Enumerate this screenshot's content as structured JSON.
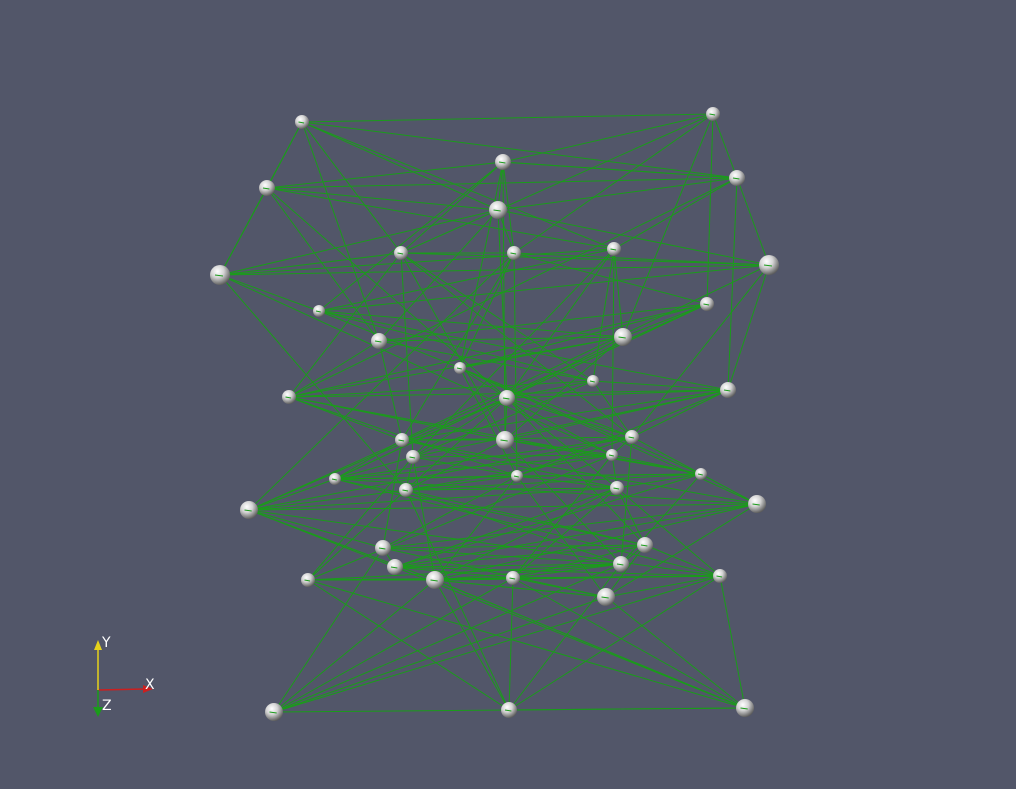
{
  "colors": {
    "background": "#525669",
    "edge": "#1a9c1a",
    "node_fill": "#d4d4d4",
    "node_highlight": "#ffffff",
    "node_shade": "#4a4a4a",
    "axis_x": "#cc1f1f",
    "axis_y": "#e6d21a",
    "axis_z": "#1a9c1a"
  },
  "orientation_axes": {
    "x_label": "X",
    "y_label": "Y",
    "z_label": "Z"
  },
  "graph": {
    "nodes": [
      {
        "id": "n0"
      },
      {
        "id": "n1"
      },
      {
        "id": "n2"
      },
      {
        "id": "n3"
      },
      {
        "id": "n4"
      },
      {
        "id": "n5"
      },
      {
        "id": "n6"
      },
      {
        "id": "n7"
      },
      {
        "id": "n8"
      },
      {
        "id": "n9"
      },
      {
        "id": "n10"
      },
      {
        "id": "n11"
      },
      {
        "id": "n12"
      },
      {
        "id": "n13"
      },
      {
        "id": "n14"
      },
      {
        "id": "n15"
      },
      {
        "id": "n16"
      },
      {
        "id": "n17"
      },
      {
        "id": "n18"
      },
      {
        "id": "n19"
      },
      {
        "id": "n20"
      },
      {
        "id": "n21"
      },
      {
        "id": "n22"
      },
      {
        "id": "n23"
      },
      {
        "id": "n24"
      },
      {
        "id": "n25"
      },
      {
        "id": "n26"
      },
      {
        "id": "n27"
      },
      {
        "id": "n28"
      },
      {
        "id": "n29"
      },
      {
        "id": "n30"
      },
      {
        "id": "n31"
      },
      {
        "id": "n32"
      },
      {
        "id": "n33"
      },
      {
        "id": "n34"
      },
      {
        "id": "n35"
      },
      {
        "id": "n36"
      },
      {
        "id": "n37"
      },
      {
        "id": "n38"
      },
      {
        "id": "n39"
      },
      {
        "id": "n40"
      },
      {
        "id": "n41"
      },
      {
        "id": "n42"
      },
      {
        "id": "n43"
      },
      {
        "id": "n44"
      }
    ],
    "edges": [
      [
        0,
        1
      ],
      [
        0,
        2
      ],
      [
        0,
        4
      ],
      [
        0,
        5
      ],
      [
        0,
        8
      ],
      [
        0,
        10
      ],
      [
        0,
        12
      ],
      [
        1,
        3
      ],
      [
        1,
        4
      ],
      [
        1,
        5
      ],
      [
        1,
        9
      ],
      [
        1,
        13
      ],
      [
        1,
        14
      ],
      [
        2,
        3
      ],
      [
        2,
        4
      ],
      [
        2,
        5
      ],
      [
        2,
        6
      ],
      [
        2,
        10
      ],
      [
        2,
        18
      ],
      [
        3,
        4
      ],
      [
        3,
        5
      ],
      [
        3,
        8
      ],
      [
        3,
        9
      ],
      [
        3,
        11
      ],
      [
        3,
        15
      ],
      [
        4,
        5
      ],
      [
        4,
        7
      ],
      [
        4,
        10
      ],
      [
        4,
        17
      ],
      [
        4,
        19
      ],
      [
        5,
        6
      ],
      [
        5,
        7
      ],
      [
        5,
        8
      ],
      [
        5,
        9
      ],
      [
        5,
        12
      ],
      [
        6,
        7
      ],
      [
        6,
        8
      ],
      [
        6,
        10
      ],
      [
        6,
        11
      ],
      [
        6,
        24
      ],
      [
        6,
        28
      ],
      [
        7,
        8
      ],
      [
        7,
        9
      ],
      [
        7,
        11
      ],
      [
        7,
        19
      ],
      [
        7,
        21
      ],
      [
        7,
        22
      ],
      [
        8,
        9
      ],
      [
        8,
        16
      ],
      [
        8,
        17
      ],
      [
        8,
        20
      ],
      [
        8,
        22
      ],
      [
        9,
        13
      ],
      [
        9,
        15
      ],
      [
        9,
        21
      ],
      [
        9,
        26
      ],
      [
        9,
        30
      ],
      [
        10,
        11
      ],
      [
        10,
        14
      ],
      [
        10,
        16
      ],
      [
        10,
        18
      ],
      [
        10,
        23
      ],
      [
        11,
        14
      ],
      [
        11,
        15
      ],
      [
        11,
        16
      ],
      [
        11,
        19
      ],
      [
        12,
        13
      ],
      [
        12,
        14
      ],
      [
        12,
        16
      ],
      [
        12,
        17
      ],
      [
        12,
        21
      ],
      [
        13,
        14
      ],
      [
        13,
        15
      ],
      [
        13,
        17
      ],
      [
        13,
        18
      ],
      [
        13,
        25
      ],
      [
        14,
        15
      ],
      [
        14,
        17
      ],
      [
        14,
        18
      ],
      [
        14,
        20
      ],
      [
        15,
        18
      ],
      [
        15,
        22
      ],
      [
        15,
        26
      ],
      [
        15,
        27
      ],
      [
        15,
        31
      ],
      [
        16,
        17
      ],
      [
        16,
        18
      ],
      [
        16,
        19
      ],
      [
        16,
        22
      ],
      [
        16,
        23
      ],
      [
        17,
        19
      ],
      [
        17,
        20
      ],
      [
        17,
        21
      ],
      [
        17,
        26
      ],
      [
        17,
        27
      ],
      [
        18,
        19
      ],
      [
        18,
        20
      ],
      [
        18,
        22
      ],
      [
        18,
        23
      ],
      [
        18,
        24
      ],
      [
        18,
        25
      ],
      [
        18,
        28
      ],
      [
        18,
        29
      ],
      [
        18,
        30
      ],
      [
        18,
        33
      ],
      [
        19,
        20
      ],
      [
        19,
        21
      ],
      [
        19,
        22
      ],
      [
        19,
        23
      ],
      [
        19,
        26
      ],
      [
        20,
        21
      ],
      [
        20,
        24
      ],
      [
        20,
        27
      ],
      [
        20,
        28
      ],
      [
        20,
        35
      ],
      [
        21,
        22
      ],
      [
        21,
        25
      ],
      [
        21,
        29
      ],
      [
        21,
        31
      ],
      [
        21,
        32
      ],
      [
        22,
        24
      ],
      [
        22,
        25
      ],
      [
        22,
        26
      ],
      [
        22,
        27
      ],
      [
        22,
        30
      ],
      [
        23,
        24
      ],
      [
        23,
        25
      ],
      [
        23,
        26
      ],
      [
        23,
        28
      ],
      [
        23,
        36
      ],
      [
        23,
        37
      ],
      [
        24,
        25
      ],
      [
        24,
        27
      ],
      [
        24,
        28
      ],
      [
        24,
        29
      ],
      [
        24,
        36
      ],
      [
        24,
        38
      ],
      [
        25,
        26
      ],
      [
        25,
        27
      ],
      [
        25,
        30
      ],
      [
        25,
        31
      ],
      [
        25,
        33
      ],
      [
        25,
        39
      ],
      [
        26,
        27
      ],
      [
        26,
        29
      ],
      [
        26,
        30
      ],
      [
        26,
        32
      ],
      [
        26,
        40
      ],
      [
        27,
        28
      ],
      [
        27,
        29
      ],
      [
        27,
        31
      ],
      [
        27,
        34
      ],
      [
        27,
        35
      ],
      [
        28,
        29
      ],
      [
        28,
        33
      ],
      [
        28,
        35
      ],
      [
        28,
        36
      ],
      [
        28,
        42
      ],
      [
        29,
        30
      ],
      [
        29,
        33
      ],
      [
        29,
        34
      ],
      [
        29,
        37
      ],
      [
        29,
        38
      ],
      [
        29,
        39
      ],
      [
        30,
        31
      ],
      [
        30,
        32
      ],
      [
        30,
        34
      ],
      [
        30,
        39
      ],
      [
        30,
        44
      ],
      [
        31,
        32
      ],
      [
        31,
        34
      ],
      [
        31,
        40
      ],
      [
        31,
        44
      ],
      [
        32,
        33
      ],
      [
        32,
        34
      ],
      [
        32,
        35
      ],
      [
        32,
        40
      ],
      [
        32,
        41
      ],
      [
        33,
        34
      ],
      [
        33,
        35
      ],
      [
        33,
        38
      ],
      [
        33,
        39
      ],
      [
        33,
        40
      ],
      [
        34,
        35
      ],
      [
        34,
        38
      ],
      [
        34,
        39
      ],
      [
        34,
        43
      ],
      [
        35,
        36
      ],
      [
        35,
        37
      ],
      [
        35,
        38
      ],
      [
        35,
        41
      ],
      [
        35,
        42
      ],
      [
        36,
        37
      ],
      [
        36,
        38
      ],
      [
        36,
        39
      ],
      [
        36,
        42
      ],
      [
        36,
        43
      ],
      [
        37,
        38
      ],
      [
        37,
        39
      ],
      [
        37,
        40
      ],
      [
        37,
        43
      ],
      [
        38,
        39
      ],
      [
        38,
        40
      ],
      [
        38,
        41
      ],
      [
        38,
        42
      ],
      [
        38,
        43
      ],
      [
        39,
        40
      ],
      [
        39,
        41
      ],
      [
        39,
        43
      ],
      [
        39,
        44
      ],
      [
        40,
        41
      ],
      [
        40,
        43
      ],
      [
        40,
        44
      ],
      [
        41,
        43
      ],
      [
        41,
        44
      ],
      [
        42,
        43
      ],
      [
        42,
        44
      ],
      [
        42,
        39
      ],
      [
        43,
        44
      ],
      [
        0,
        6
      ],
      [
        2,
        12
      ],
      [
        4,
        3
      ],
      [
        5,
        18
      ],
      [
        8,
        23
      ],
      [
        13,
        30
      ],
      [
        3,
        20
      ],
      [
        10,
        24
      ],
      [
        35,
        22
      ],
      [
        37,
        26
      ]
    ]
  }
}
